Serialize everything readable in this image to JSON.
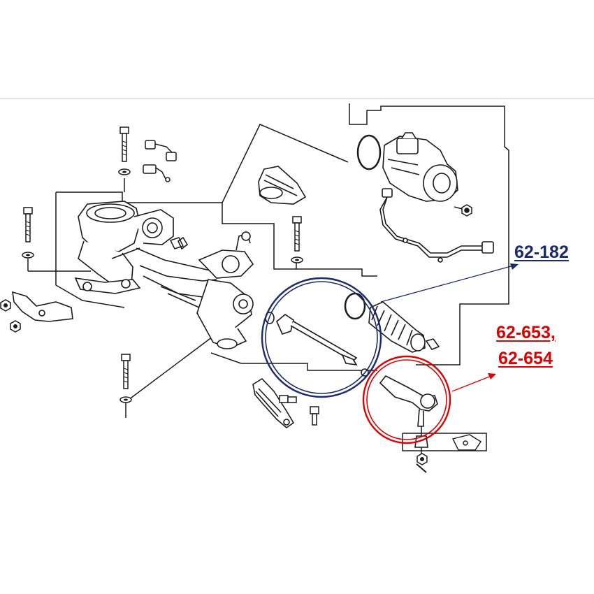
{
  "callouts": {
    "inner_tie_rod": {
      "label": "62-182",
      "color": "#1b2a6b"
    },
    "tie_rod_end": {
      "line1": "62-653,",
      "line2": "62-654",
      "color": "#e00000"
    }
  },
  "colors": {
    "line_art": "#1a1a1a",
    "divider": "#d9d9d9"
  },
  "icons": [
    "bolt-icon",
    "washer-icon",
    "sensor-icon",
    "nut-icon",
    "clip-icon"
  ]
}
